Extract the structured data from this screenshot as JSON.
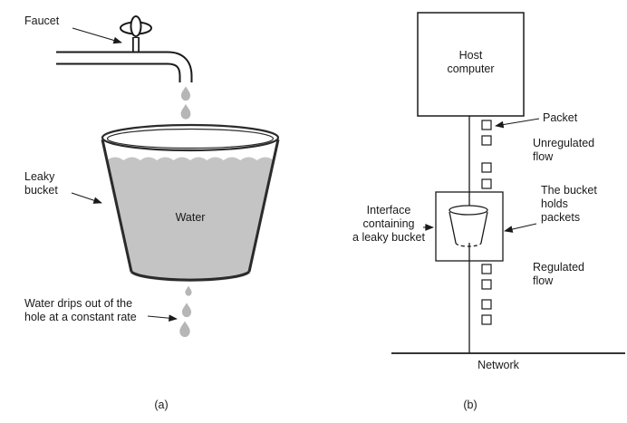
{
  "colors": {
    "ink": "#1a1a1a",
    "water": "#c4c4c4",
    "drop": "#b6b6b6"
  },
  "panel_a": {
    "caption": "(a)",
    "faucet_label": "Faucet",
    "bucket_label": "Leaky\nbucket",
    "water_label": "Water",
    "drip_label": "Water drips out of the\nhole at a constant rate"
  },
  "panel_b": {
    "caption": "(b)",
    "host_label": "Host\ncomputer",
    "packet_label": "Packet",
    "unregulated_label": "Unregulated\nflow",
    "interface_label": "Interface\ncontaining\na leaky bucket",
    "bucket_holds_label": "The bucket\nholds\npackets",
    "regulated_label": "Regulated\nflow",
    "network_label": "Network"
  }
}
